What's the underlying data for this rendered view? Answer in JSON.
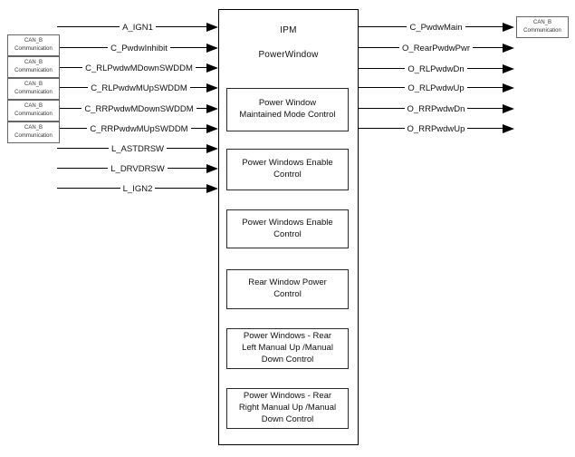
{
  "diagram": {
    "module": {
      "title_line1": "IPM",
      "title_line2": "PowerWindow",
      "functions": [
        "Power Window\nMaintained Mode Control",
        "Power Windows Enable\nControl",
        "Power Windows Enable\nControl",
        "Rear Window Power\nControl",
        "Power Windows  - Rear\nLeft Manual Up /Manual\nDown Control",
        "Power Windows  - Rear\nRight Manual Up /Manual\nDown Control"
      ]
    },
    "can_box_label": "CAN_B\nCommunication",
    "inputs": [
      {
        "label": "A_IGN1"
      },
      {
        "label": "C_PwdwInhibit"
      },
      {
        "label": "C_RLPwdwMDownSWDDM"
      },
      {
        "label": "C_RLPwdwMUpSWDDM"
      },
      {
        "label": "C_RRPwdwMDownSWDDM"
      },
      {
        "label": "C_RRPwdwMUpSWDDM"
      },
      {
        "label": "L_ASTDRSW"
      },
      {
        "label": "L_DRVDRSW"
      },
      {
        "label": "L_IGN2"
      }
    ],
    "outputs": [
      {
        "label": "C_PwdwMain"
      },
      {
        "label": "O_RearPwdwPwr"
      },
      {
        "label": "O_RLPwdwDn"
      },
      {
        "label": "O_RLPwdwUp"
      },
      {
        "label": "O_RRPwdwDn"
      },
      {
        "label": "O_RRPwdwUp"
      }
    ],
    "colors": {
      "line": "#000000",
      "background": "#ffffff"
    }
  }
}
